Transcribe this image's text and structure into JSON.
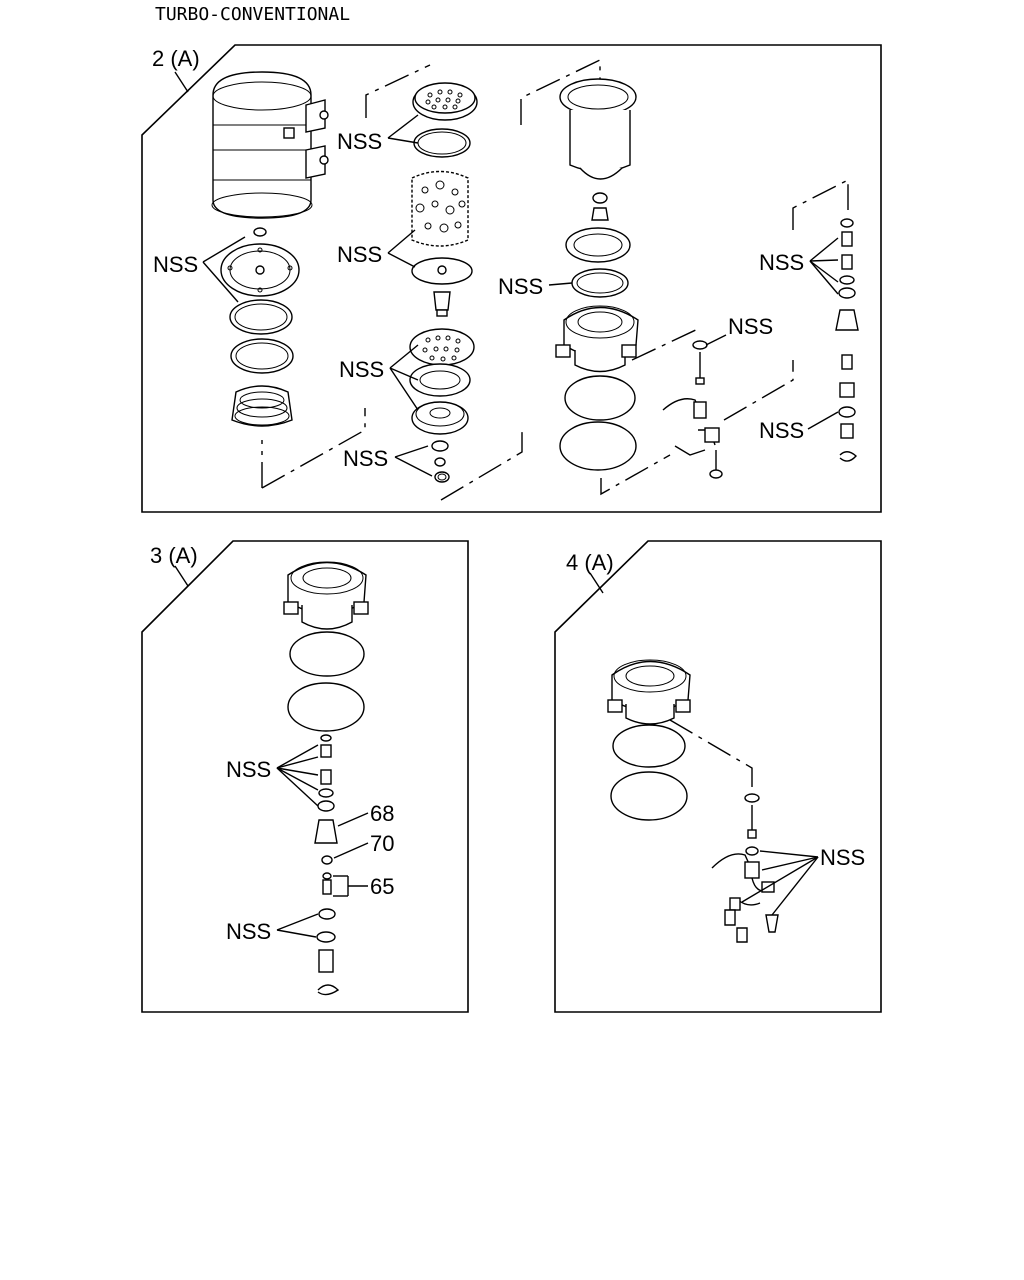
{
  "title": "TURBO-CONVENTIONAL",
  "panels": [
    {
      "id": "panel-2a",
      "label": "2 (A)",
      "callouts": [
        "NSS",
        "NSS",
        "NSS",
        "NSS",
        "NSS",
        "NSS",
        "NSS",
        "NSS",
        "NSS"
      ]
    },
    {
      "id": "panel-3a",
      "label": "3 (A)",
      "callouts": [
        "NSS",
        "68",
        "70",
        "65",
        "NSS"
      ]
    },
    {
      "id": "panel-4a",
      "label": "4 (A)",
      "callouts": [
        "NSS"
      ]
    }
  ]
}
